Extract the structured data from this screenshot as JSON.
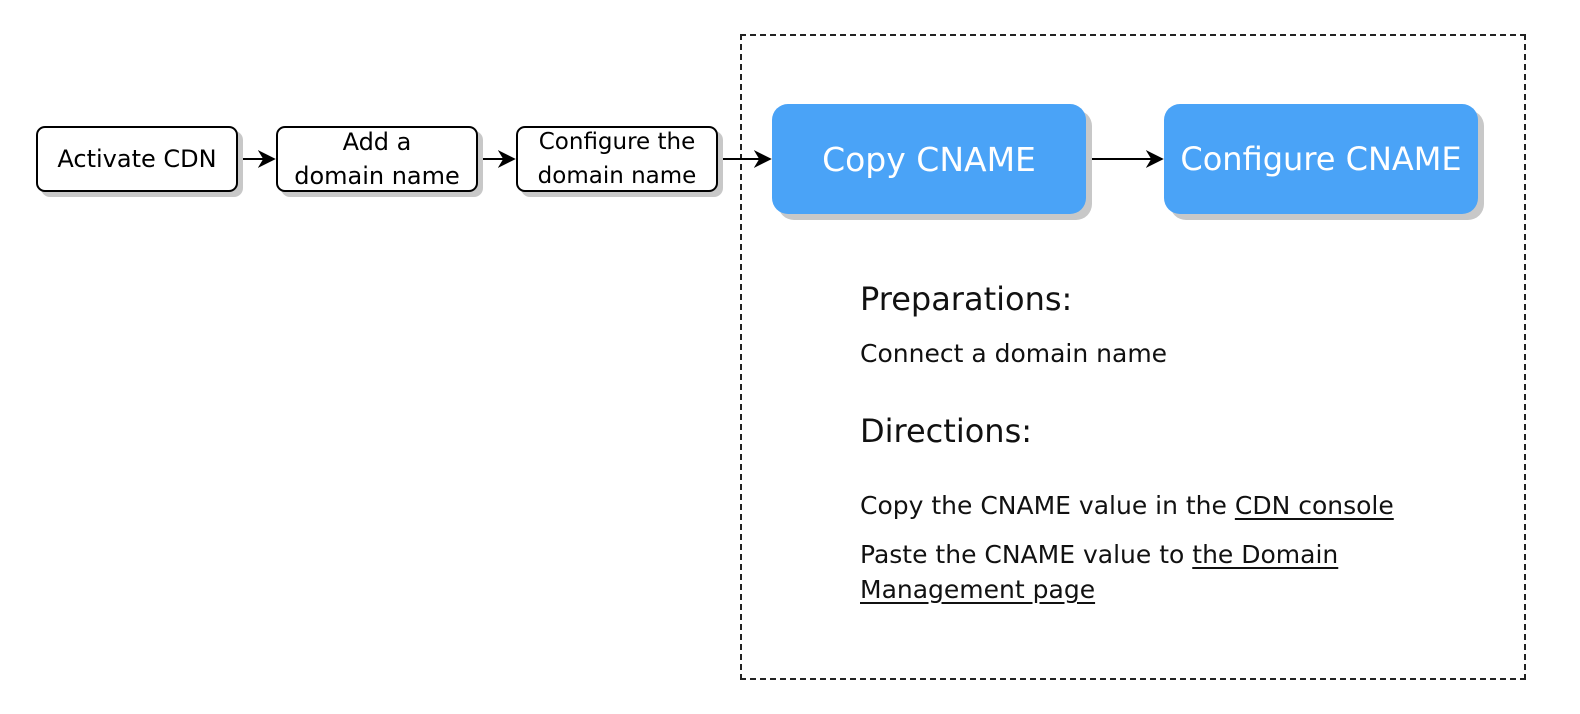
{
  "flow": {
    "steps": [
      {
        "lines": [
          "Activate CDN"
        ]
      },
      {
        "lines": [
          "Add a",
          "domain name"
        ]
      },
      {
        "lines": [
          "Configure the",
          "domain name"
        ]
      }
    ],
    "detail_steps": [
      {
        "label": "Copy CNAME"
      },
      {
        "label": "Configure CNAME"
      }
    ]
  },
  "panel": {
    "preparations": {
      "heading": "Preparations:",
      "item": "Connect a domain name"
    },
    "directions": {
      "heading": "Directions:",
      "step1": {
        "text": "Copy the CNAME value in the ",
        "link": "CDN console"
      },
      "step2": {
        "text": "Paste the CNAME value to ",
        "link_line1": "the Domain",
        "link_line2": "Management page"
      }
    }
  },
  "colors": {
    "accent_blue": "#4aa3f7",
    "stroke": "#000000",
    "shadow": "#c8c8c8"
  }
}
